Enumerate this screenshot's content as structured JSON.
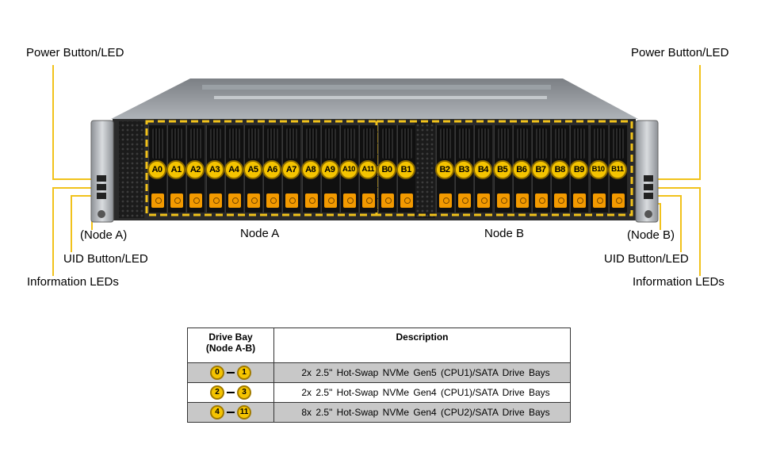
{
  "labels": {
    "power_left": "Power Button/LED",
    "power_right": "Power Button/LED",
    "node_a_left": "(Node A)",
    "node_b_right": "(Node B)",
    "uid_left": "UID Button/LED",
    "uid_right": "UID Button/LED",
    "info_left": "Information  LEDs",
    "info_right": "Information  LEDs",
    "node_a": "Node A",
    "node_b": "Node B"
  },
  "bays_a": [
    "A0",
    "A1",
    "A2",
    "A3",
    "A4",
    "A5",
    "A6",
    "A7",
    "A8",
    "A9",
    "A10",
    "A11"
  ],
  "bays_b0": [
    "B0",
    "B1"
  ],
  "bays_b": [
    "B2",
    "B3",
    "B4",
    "B5",
    "B6",
    "B7",
    "B8",
    "B9",
    "B10",
    "B11"
  ],
  "colors": {
    "accent": "#f1c21b",
    "badge": "#f5c400",
    "orange": "#f39a00"
  },
  "table": {
    "header_bay": "Drive Bay (Node A-B)",
    "header_bay_line1": "Drive Bay",
    "header_bay_line2": "(Node A-B)",
    "header_desc": "Description",
    "rows": [
      {
        "from": "0",
        "to": "1",
        "desc": "2x 2.5\" Hot-Swap NVMe Gen5 (CPU1)/SATA  Drive  Bays"
      },
      {
        "from": "2",
        "to": "3",
        "desc": "2x 2.5\" Hot-Swap NVMe Gen4 (CPU1)/SATA  Drive  Bays"
      },
      {
        "from": "4",
        "to": "11",
        "desc": "8x 2.5\" Hot-Swap NVMe Gen4 (CPU2)/SATA  Drive  Bays"
      }
    ]
  }
}
